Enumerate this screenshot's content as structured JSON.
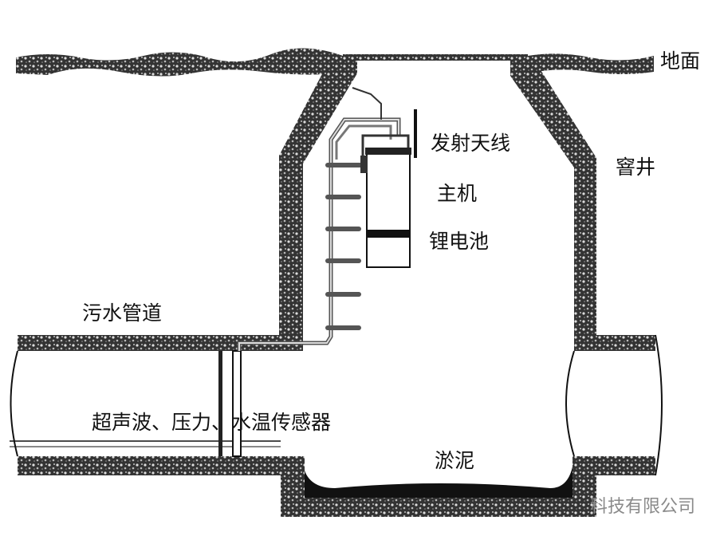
{
  "labels": {
    "ground": "地面",
    "manhole": "窨井",
    "antenna": "发射天线",
    "host": "主机",
    "battery": "锂电池",
    "sewer_pipe": "污水管道",
    "sensors": "超声波、压力、水温传感器",
    "sludge": "淤泥"
  },
  "watermark": "科技有限公司",
  "colors": {
    "concrete": "#2a2a2a",
    "line": "#111111",
    "watermark": "#8a8a8a"
  }
}
